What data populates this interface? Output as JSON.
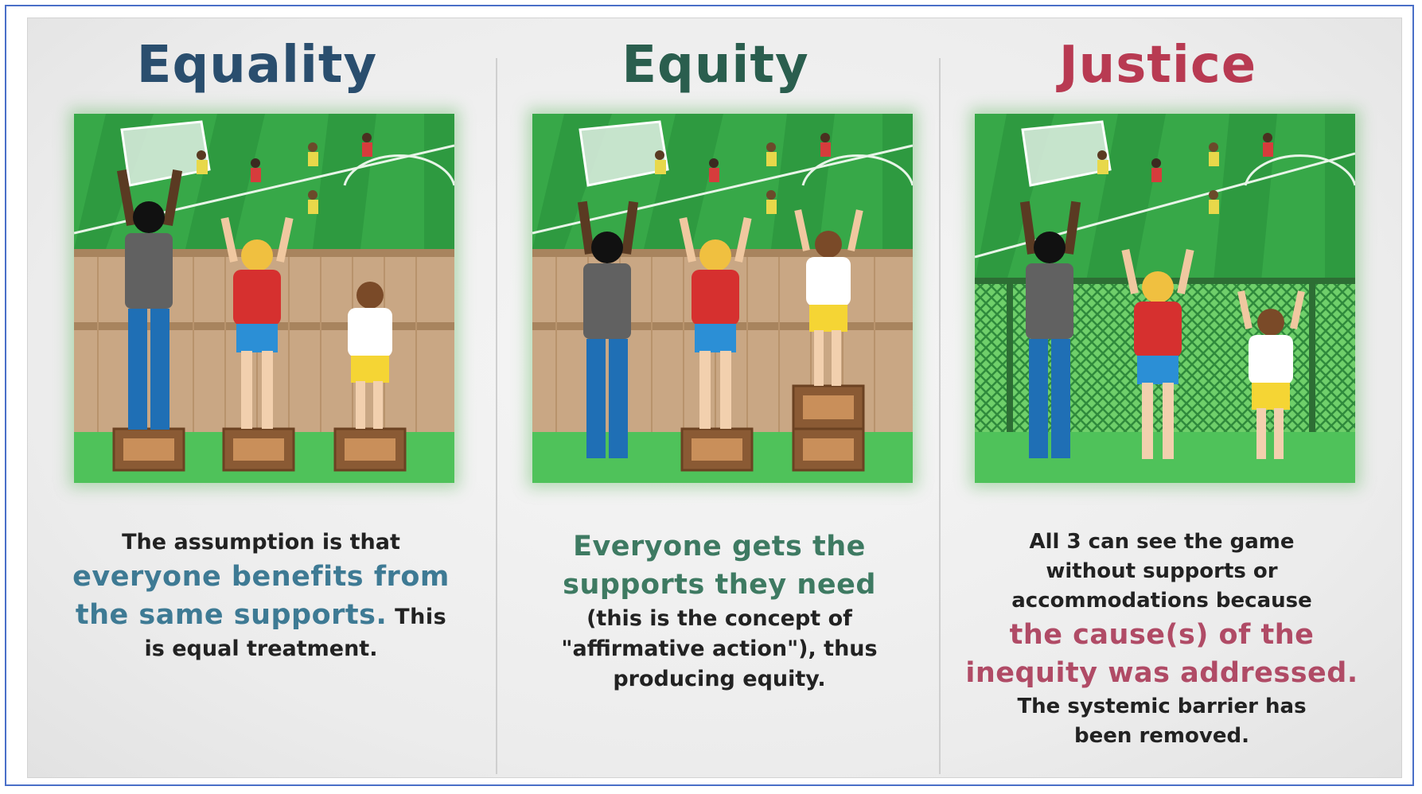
{
  "colors": {
    "equality_title": "#2a4e6e",
    "equity_title": "#2a5e4e",
    "justice_title": "#b83a52",
    "equality_emphasis": "#3e7a94",
    "equity_emphasis": "#3e7a62",
    "justice_emphasis": "#b04b66",
    "body_text": "#222222",
    "grass": "#4fc25a",
    "field": "#37a848",
    "fence_wood": "#c9a784",
    "chain_fence": "#2f8a3c",
    "crate": "#8a5a34"
  },
  "panels": [
    {
      "title": "Equality",
      "scene": "fence-wood",
      "caption": {
        "line1": "The assumption is that",
        "emph1": "everyone benefits from",
        "emph2": "the same supports.",
        "tail2": " This",
        "line3": "is equal treatment."
      }
    },
    {
      "title": "Equity",
      "scene": "fence-wood",
      "caption": {
        "emph1": "Everyone gets the",
        "emph2": "supports they need",
        "line3": "(this is the concept of",
        "line4": "\"affirmative action\"), thus",
        "line5": "producing equity."
      }
    },
    {
      "title": "Justice",
      "scene": "fence-chain",
      "caption": {
        "line1": "All 3 can see the game",
        "line2": "without supports or",
        "line3": "accommodations because",
        "emph1": "the cause(s) of the",
        "emph2": "inequity was addressed.",
        "line6": "The systemic barrier has",
        "line7": "been removed."
      }
    }
  ]
}
